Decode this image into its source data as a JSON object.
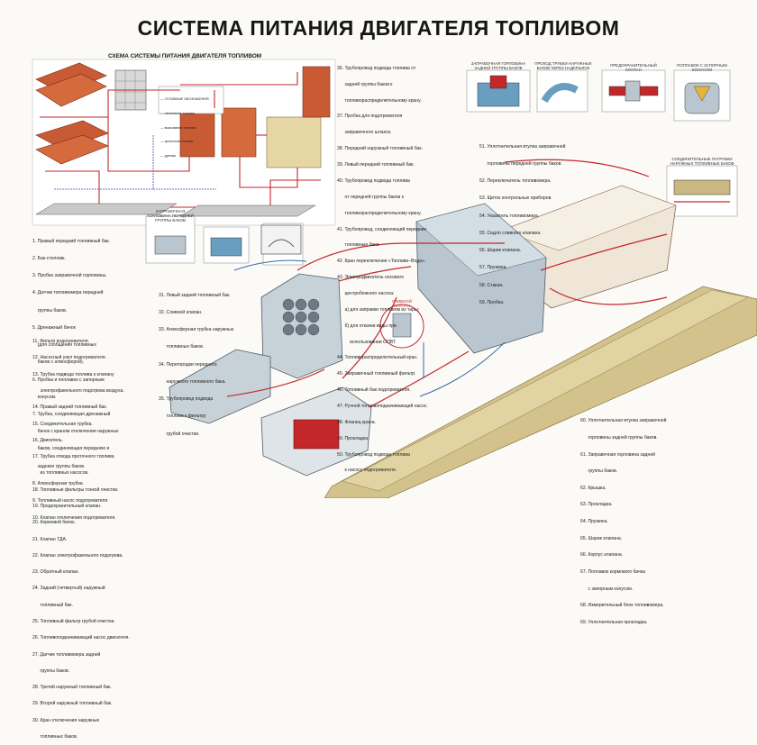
{
  "title": "СИСТЕМА ПИТАНИЯ ДВИГАТЕЛЯ ТОПЛИВОМ",
  "subtitle": "СХЕМА СИСТЕМЫ ПИТАНИЯ ДВИГАТЕЛЯ ТОПЛИВОМ",
  "legend_left_top": [
    "1. Правый передний топливный бак.",
    "2. Бак-стеллаж.",
    "3. Пробка заправочной горловины.",
    "4. Датчик топливомера передней",
    "    группы баков.",
    "5. Дренажный бачок",
    "    (для сообщения топливных",
    "    баков с атмосферой).",
    "6. Пробка и поплавок с запорным",
    "    конусом.",
    "7. Трубка, соединяющая дренажный",
    "    бачок с краном отключения наружных",
    "    баков, соединяющая переднюю и",
    "    заднюю группы баков.",
    "8. Атмосферная трубка.",
    "9. Топливный насос подогревателя.",
    "10. Клапан отключения подогревателя."
  ],
  "legend_left_bottom": [
    "11. Фильтр подогревателя.",
    "12. Насосный узел подогревателя.",
    "13. Трубка подвода топлива к клапану",
    "      электрофакельного подогрева воздуха.",
    "14. Правый задний топливный бак.",
    "15. Соединительная трубка.",
    "16. Двигатель.",
    "17. Трубка отвода проточного топлива",
    "      из топливных насосов.",
    "18. Топливные фильтры тонкой очистки.",
    "19. Предохранительный клапан.",
    "20. Кормовой бачок.",
    "21. Клапан ТДА.",
    "22. Клапан электрофакельного подогрева.",
    "23. Обратный клапан.",
    "24. Задний (четвертый) наружный",
    "      топливный бак.",
    "25. Топливный фильтр грубой очистки.",
    "26. Топливоподкачивающий насос двигателя.",
    "27. Датчик топливомера задней",
    "      группы баков.",
    "28. Третий наружный топливный бак.",
    "29. Второй наружный топливный бак.",
    "30. Кран отключения наружных",
    "      топливных баков."
  ],
  "legend_center": [
    "31. Левый задний топливный бак.",
    "32. Сливной клапан.",
    "33. Атмосферная трубка наружных",
    "      топливных баков.",
    "34. Перегородки переднего",
    "      наружного топливного бака.",
    "35. Трубопровод подвода",
    "      топлива к фильтру",
    "      грубой очистки."
  ],
  "legend_top_center": [
    "36. Трубопровод подвода топлива от",
    "      задней группы баков к",
    "      топливораспределительному крану.",
    "37. Пробка для подогревателя",
    "      заправочного шланга.",
    "38. Передний наружный топливный бак.",
    "39. Левый передний топливный бак.",
    "40. Трубопровод подвода топлива",
    "      от передней группы баков к",
    "      топливораспределительному крану.",
    "41. Трубопровод, соединяющий передние",
    "      топливные баки.",
    "42. Кран переключения «Топливо–Вода».",
    "43. Электродвигатель носового",
    "      центробежного насоса:",
    "      а) для заправки топливом из тары;",
    "      б) для откачки воды при",
    "          использовании ОПВТ.",
    "44. Топливораспределительный кран.",
    "45. Заправочный топливный фильтр.",
    "46. Топливный бак подогревателя.",
    "47. Ручной топливоподкачивающий насос.",
    "48. Фланец крана.",
    "49. Прокладка.",
    "50. Трубопровод подвода топлива",
    "      к насосу подогревателя."
  ],
  "legend_top_right": [
    "51. Уплотнительная втулка заправочной",
    "      горловины передней группы баков.",
    "52. Переключатель топливомера.",
    "53. Щиток контрольных приборов.",
    "54. Указатель топливомера.",
    "55. Седло сливного клапана.",
    "56. Шарик клапана.",
    "57. Пружина.",
    "58. Стакан.",
    "59. Пробка."
  ],
  "legend_bottom_right": [
    "60. Уплотнительная втулка заправочной",
    "      горловины задней группы баков.",
    "61. Заправочная горловина задней",
    "      группы баков.",
    "62. Крышка.",
    "63. Прокладка.",
    "64. Пружина.",
    "65. Шарик клапана.",
    "66. Корпус клапана.",
    "67. Поплавок кормового бачка",
    "      с запорным конусом.",
    "68. Измерительный блок топливомера.",
    "69. Уплотнительная прокладка."
  ],
  "inset_captions": {
    "filler_front": "ЗАПРАВОЧНАЯ ГОРЛОВИНА ЗАДНЕЙ ГРУППЫ БАКОВ",
    "passage": "ПРОХОД ТРУБКИ НАРУЖНЫХ БАКОВ ЧЕРЕЗ НАДКРЫЛОК",
    "safety_valve": "ПРЕДОХРАНИТЕЛЬНЫЙ КЛАПАН",
    "float_plug": "ПОПЛАВОК С ЗАПОРНЫМ КОНУСОМ",
    "drain_valve": "СЛИВНОЙ КЛАПАН",
    "outer_tanks": "СОЕДИНИТЕЛЬНЫЕ ПАТРУБКИ НАРУЖНЫХ ТОПЛИВНЫХ БАКОВ",
    "filler_rear": "ЗАПРАВОЧНАЯ ГОРЛОВИНА ПЕРЕДНЕЙ ГРУППЫ БАКОВ"
  },
  "scheme_legend": [
    "— УСЛОВНЫЕ ОБОЗНАЧЕНИЯ:",
    "— нагнетание топлива",
    "— всасывание топлива",
    "— проточное топливо",
    "— дренаж"
  ],
  "colors": {
    "fuel_line": "#c3272a",
    "tank_brick": "#c85a34",
    "steel": "#b9c6cf",
    "outer_tank": "#c9b880",
    "title": "#161616"
  }
}
